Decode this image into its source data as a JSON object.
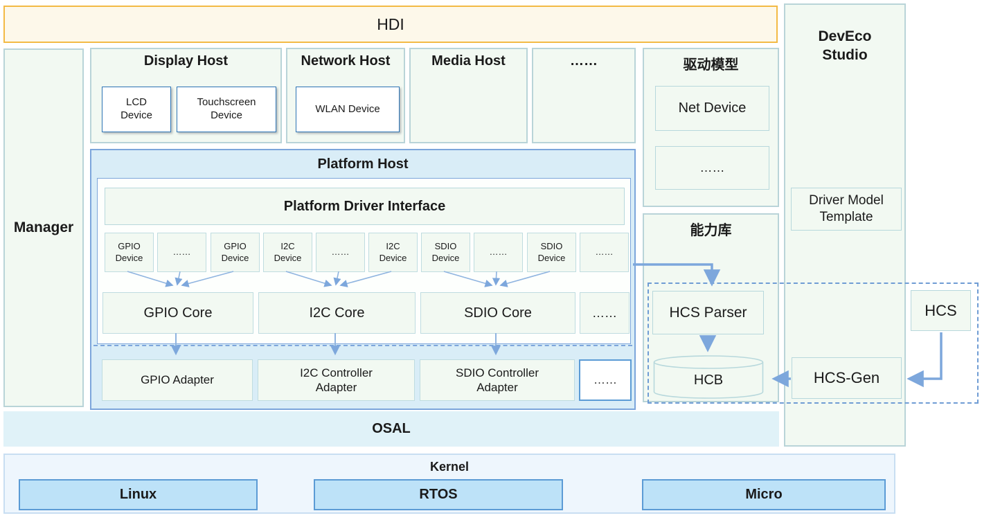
{
  "hdi": {
    "label": "HDI"
  },
  "manager": {
    "label": "Manager"
  },
  "hosts": {
    "display": {
      "title": "Display Host",
      "lcd": "LCD\nDevice",
      "touchscreen": "Touchscreen\nDevice"
    },
    "network": {
      "title": "Network Host",
      "wlan": "WLAN Device"
    },
    "media": {
      "title": "Media Host"
    },
    "more": {
      "title": "……"
    }
  },
  "driver_model": {
    "title": "驱动模型",
    "net_device": "Net Device",
    "more": "……"
  },
  "capability": {
    "title": "能力库"
  },
  "deveco": {
    "title": "DevEco\nStudio",
    "template": "Driver Model\nTemplate"
  },
  "platform": {
    "title": "Platform Host",
    "interface": "Platform Driver Interface",
    "devices": [
      "GPIO\nDevice",
      "……",
      "GPIO\nDevice",
      "I2C\nDevice",
      "……",
      "I2C\nDevice",
      "SDIO\nDevice",
      "……",
      "SDIO\nDevice",
      "……"
    ],
    "cores": [
      "GPIO Core",
      "I2C Core",
      "SDIO Core",
      "……"
    ],
    "adapters": [
      "GPIO Adapter",
      "I2C Controller\nAdapter",
      "SDIO Controller\nAdapter",
      "……"
    ]
  },
  "config_tools": {
    "parser": "HCS Parser",
    "hcb": "HCB",
    "gen": "HCS-Gen",
    "hcs": "HCS"
  },
  "osal": {
    "label": "OSAL"
  },
  "kernel": {
    "title": "Kernel",
    "linux": "Linux",
    "rtos": "RTOS",
    "micro": "Micro"
  },
  "colors": {
    "accent_blue": "#7ca5db",
    "arrow_blue": "#7da7dc",
    "hdi_border": "#f3ba45",
    "hdi_fill": "#fdf8ea",
    "box_fill": "#f2f9f2",
    "box_border": "#b9d4d8",
    "platform_fill": "#d9edf7",
    "kernel_item_fill": "#bde2f8",
    "kernel_item_border": "#5b9bd5",
    "osal_fill": "#e0f2f8"
  }
}
